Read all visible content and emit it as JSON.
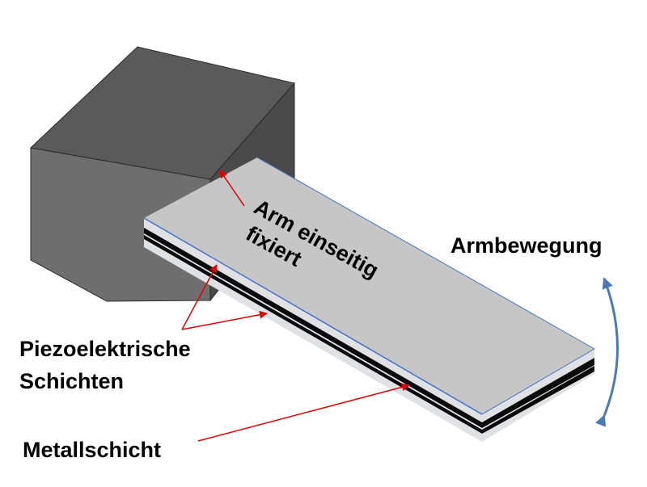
{
  "labels": {
    "arm_fixed_line1": "Arm einseitig",
    "arm_fixed_line2": "fixiert",
    "motion": "Armbewegung",
    "piezo_line1": "Piezoelektrische",
    "piezo_line2": "Schichten",
    "metal": "Metallschicht"
  },
  "colors": {
    "block_front": "#707070",
    "block_top": "#5a5a5a",
    "block_side": "#464646",
    "beam_top": "#c8c8c8",
    "beam_edge": "#4472c4",
    "beam_layer_light": "#dfe1e4",
    "piezo_layer": "#0a0a0a",
    "pointer_arrow": "#e00000",
    "motion_arrow": "#4a7ab8"
  }
}
